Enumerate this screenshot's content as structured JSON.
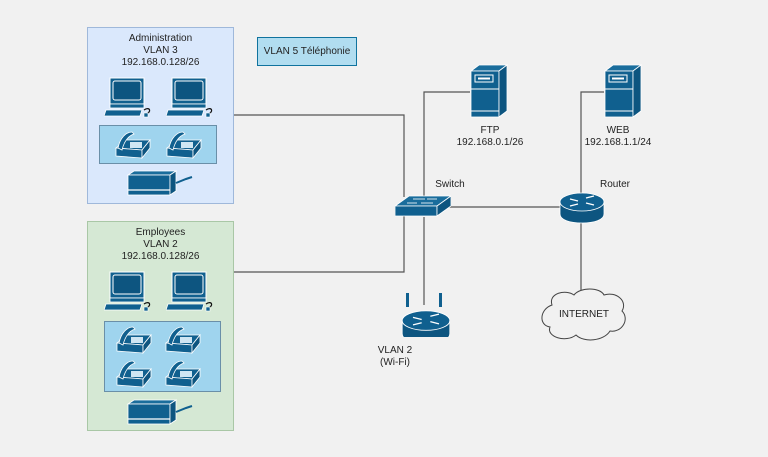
{
  "colors": {
    "icon": "#10608f",
    "admin_bg": "#dae8fc",
    "employees_bg": "#d5e8d4",
    "phone_group_bg": "#9fd4ee",
    "legend_bg": "#b1ddf0",
    "link": "#555555"
  },
  "legend": {
    "label": "VLAN 5 Téléphonie"
  },
  "zones": {
    "administration": {
      "name": "Administration",
      "vlan": "VLAN 3",
      "subnet": "192.168.0.128/26",
      "computers": 2,
      "phones": 2,
      "printers": 1
    },
    "employees": {
      "name": "Employees",
      "vlan": "VLAN 2",
      "subnet": "192.168.0.128/26",
      "computers": 2,
      "phones": 4,
      "printers": 1
    }
  },
  "devices": {
    "ftp": {
      "name": "FTP",
      "ip": "192.168.0.1/26",
      "icon": "server-icon"
    },
    "web": {
      "name": "WEB",
      "ip": "192.168.1.1/24",
      "icon": "server-icon"
    },
    "switch": {
      "name": "Switch",
      "icon": "switch-icon"
    },
    "router": {
      "name": "Router",
      "icon": "router-icon"
    },
    "wifi": {
      "line1": "VLAN 2",
      "line2": "(Wi-Fi)",
      "icon": "wireless-router-icon"
    },
    "internet": {
      "name": "INTERNET",
      "icon": "cloud-icon"
    }
  }
}
